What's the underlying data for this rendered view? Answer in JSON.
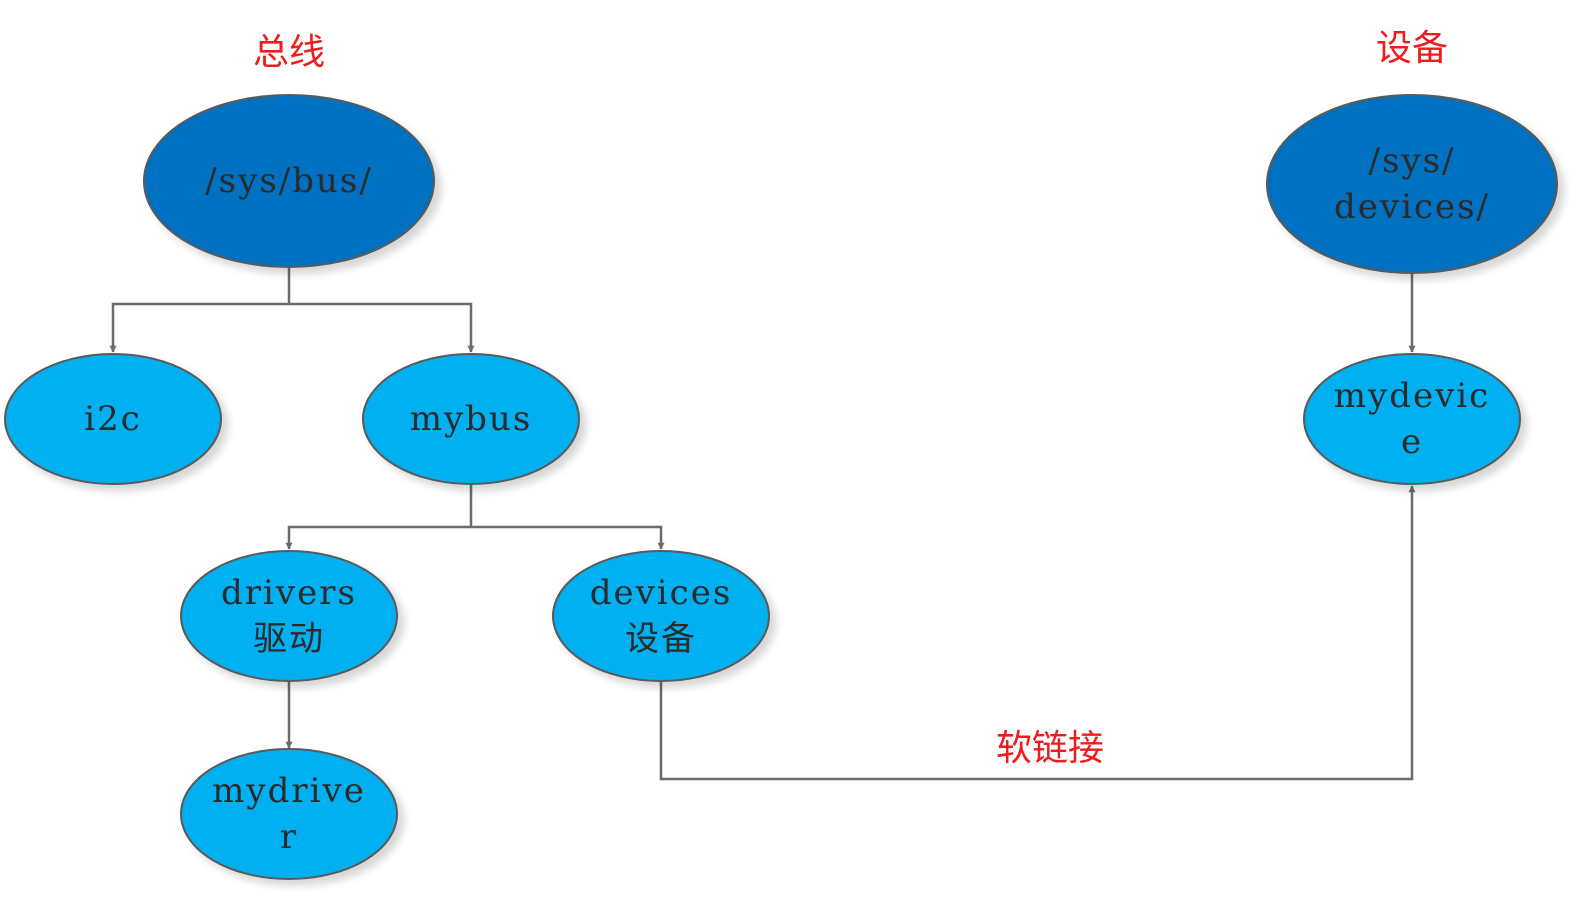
{
  "labels": {
    "bus_section": "总线",
    "device_section": "设备",
    "symlink": "软链接"
  },
  "nodes": {
    "sys_bus": {
      "lines": [
        "/sys/bus/"
      ]
    },
    "i2c": {
      "lines": [
        "i2c"
      ]
    },
    "mybus": {
      "lines": [
        "mybus"
      ]
    },
    "drivers": {
      "lines": [
        "drivers",
        "驱动"
      ]
    },
    "devices": {
      "lines": [
        "devices",
        "设备"
      ]
    },
    "mydriver": {
      "lines": [
        "mydrive",
        "r"
      ]
    },
    "sys_devices": {
      "lines": [
        "/sys/",
        "devices/"
      ]
    },
    "mydevice": {
      "lines": [
        "mydevic",
        "e"
      ]
    }
  },
  "colors": {
    "root_fill": "#0070c0",
    "child_fill": "#00b0f0",
    "node_stroke": "#5a5a5a",
    "edge": "#6b6b6b",
    "label_red": "#ee1c1c"
  }
}
